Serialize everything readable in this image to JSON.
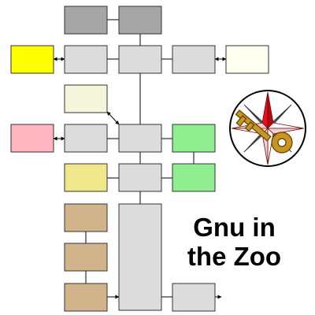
{
  "title": {
    "line1": "Gnu in",
    "line2": "the Zoo"
  },
  "colors": {
    "grey_dark": "#a6a6a6",
    "grey": "#dcdcdc",
    "yellow": "#ffff00",
    "cream": "#fffff0",
    "beige": "#f5f5dc",
    "pink": "#ffb6c1",
    "green": "#90ee90",
    "khaki": "#f0e68c",
    "tan": "#d2b48c",
    "line": "#000000"
  },
  "logo": {
    "icon": "compass-key-emblem",
    "star_color": "#e8101a",
    "key_color": "#c8961e",
    "back_color": "#7a7a7a"
  }
}
